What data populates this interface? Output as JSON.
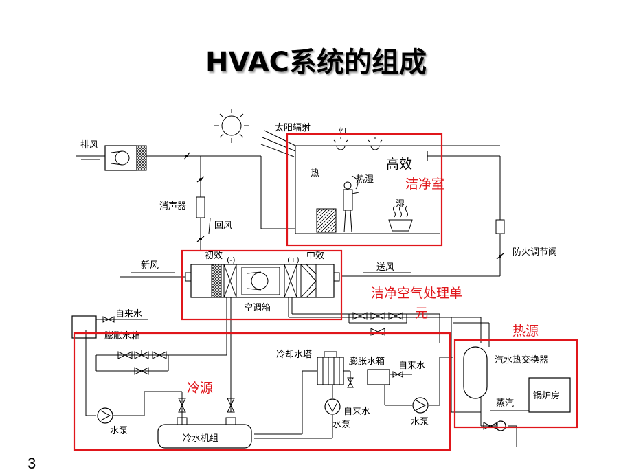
{
  "title": "HVAC系统的组成",
  "page_number": "3",
  "labels": {
    "exhaust": "排风",
    "solar": "太阳辐射",
    "lamp": "灯",
    "hepa": "高效",
    "heat": "热",
    "heat_moist": "热湿",
    "moist": "湿",
    "silencer": "消声器",
    "return_air": "回风",
    "fire_damper": "防火调节阀",
    "fresh_air": "新风",
    "primary_filter": "初效",
    "minus": "(-)",
    "plus": "(+)",
    "medium_filter": "中效",
    "supply_air": "送风",
    "ahu": "空调箱",
    "tap_water_1": "自来水",
    "expansion_tank_1": "膨胀水箱",
    "cooling_tower": "冷却水塔",
    "expansion_tank_2": "膨胀水箱",
    "tap_water_2": "自来水",
    "tap_water_3": "自来水",
    "pump_1": "水泵",
    "pump_2": "水泵",
    "pump_3": "水泵",
    "chiller": "冷水机组",
    "steam_water_hx": "汽水热交换器",
    "steam": "蒸汽",
    "boiler_room": "锅炉房"
  },
  "regions": {
    "cleanroom": "洁净室",
    "clean_ahu_line1": "洁净空气处理单",
    "clean_ahu_line2": "元",
    "heat_source": "热源",
    "cold_source": "冷源"
  },
  "colors": {
    "region_outline": "#e0161b",
    "line": "#000000"
  }
}
